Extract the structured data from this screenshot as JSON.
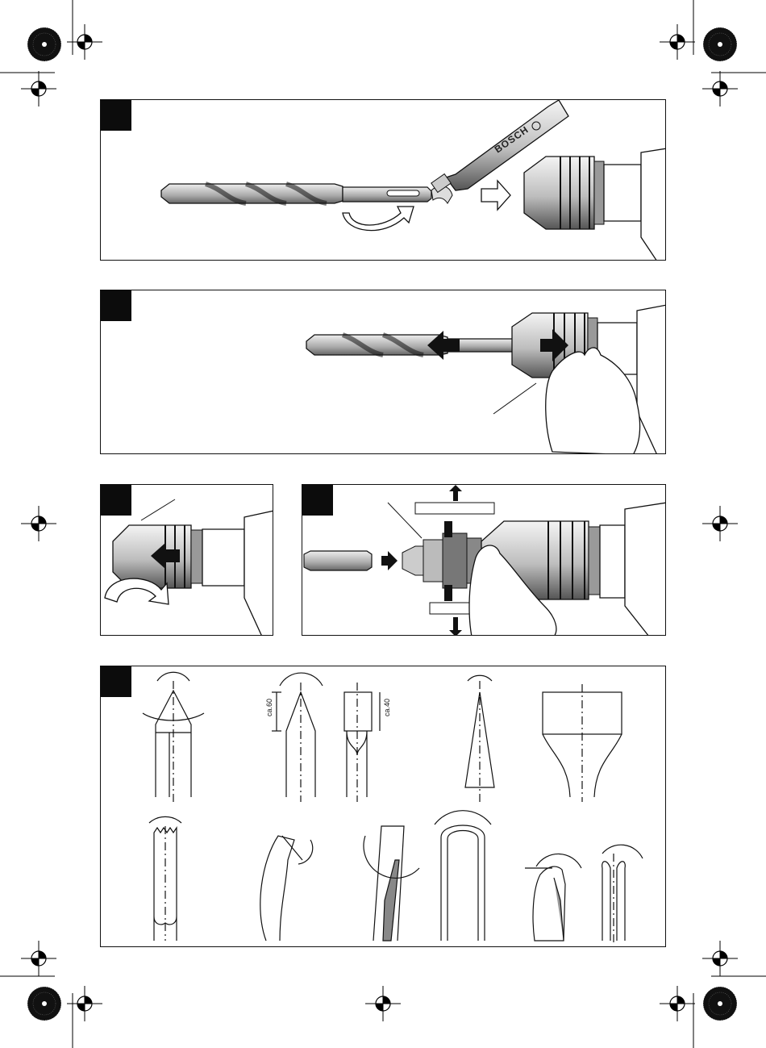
{
  "brand": "BOSCH",
  "dim_labels": {
    "ca60": "ca.60",
    "ca40": "ca.40"
  },
  "figures": [
    {
      "id": "fig-1"
    },
    {
      "id": "fig-2"
    },
    {
      "id": "fig-3"
    },
    {
      "id": "fig-4"
    },
    {
      "id": "fig-5"
    }
  ]
}
